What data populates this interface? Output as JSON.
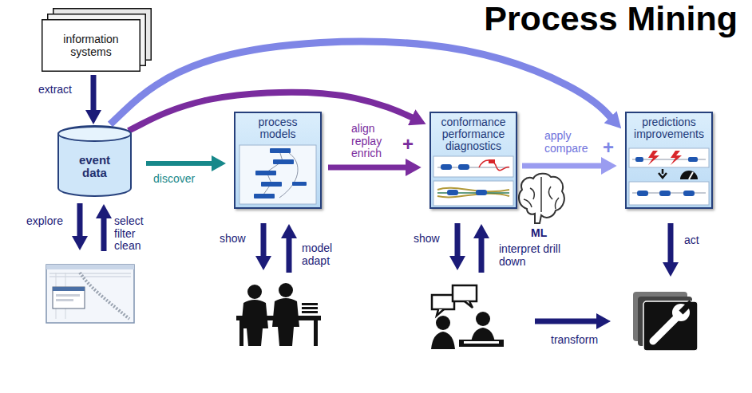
{
  "diagram": {
    "title": "Process Mining",
    "nodes": [
      {
        "text": [
          "information systems"
        ]
      },
      {
        "text": [
          "event data"
        ]
      },
      {
        "text": [
          "process models"
        ]
      },
      {
        "text": [
          "conformance performance diagnostics"
        ]
      },
      {
        "text": [
          "predictions improvements"
        ]
      }
    ],
    "edges": [
      {
        "from": 0,
        "to": 1,
        "label": "extract",
        "arrow": "to"
      },
      {
        "from": 1,
        "to": 2,
        "label": "discover",
        "arrow": "to"
      },
      {
        "from": 1,
        "to": 3,
        "arrow": "to"
      },
      {
        "from": 1,
        "to": 4,
        "arrow": "to"
      },
      {
        "from": 2,
        "to": 3,
        "label": "align replay enrich",
        "arrow": "to"
      },
      {
        "from": 3,
        "to": 4,
        "label": "apply compare",
        "arrow": "to"
      }
    ],
    "labels": [
      "explore",
      "select filter clean",
      "show",
      "model adapt",
      "+",
      "ML",
      "show",
      "interpret drill down",
      "+",
      "act",
      "transform"
    ]
  }
}
